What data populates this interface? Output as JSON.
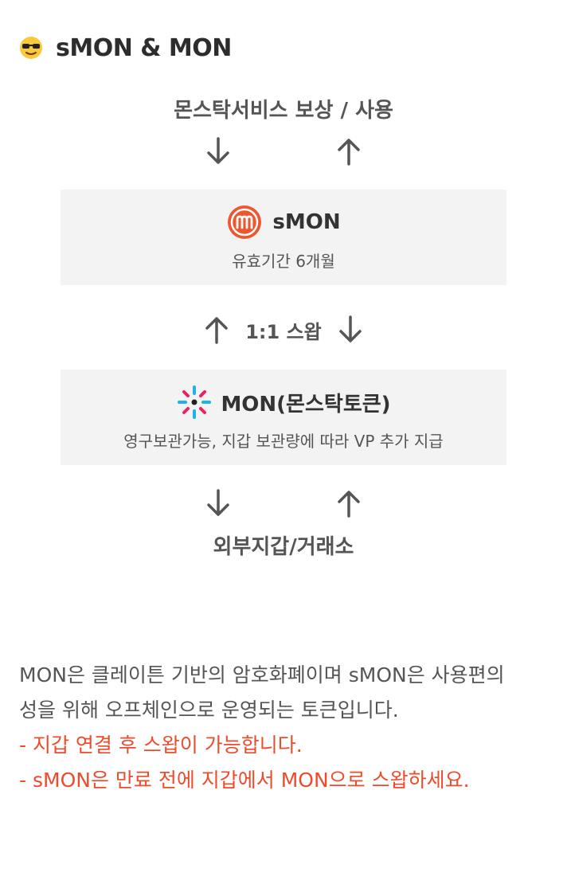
{
  "header": {
    "emoji": "sunglasses-emoji",
    "title": "sMON & MON"
  },
  "flow": {
    "top_label": "몬스탁서비스 보상 / 사용",
    "smon_card": {
      "title": "sMON",
      "subtitle": "유효기간 6개월",
      "icon": "smon-logo-icon"
    },
    "swap_label": "1:1 스왑",
    "mon_card": {
      "title": "MON(몬스탁토큰)",
      "subtitle": "영구보관가능, 지갑 보관량에 따라 VP 추가 지급",
      "icon": "mon-logo-icon"
    },
    "bottom_label": "외부지갑/거래소"
  },
  "description": {
    "lines": [
      "MON은 클레이튼 기반의 암호화폐이며 sMON은 사용편의",
      "성을 위해 오프체인으로 운영되는 토큰입니다."
    ],
    "notes": [
      "- 지갑 연결 후 스왑이 가능합니다.",
      "- sMON은 만료 전에 지갑에서 MON으로 스왑하세요."
    ]
  },
  "colors": {
    "accent_red": "#ee4b2b",
    "smon_orange": "#f0562e",
    "mon_cyan": "#1ab4e8",
    "mon_pink": "#e8226b",
    "card_bg": "#f3f3f4"
  }
}
